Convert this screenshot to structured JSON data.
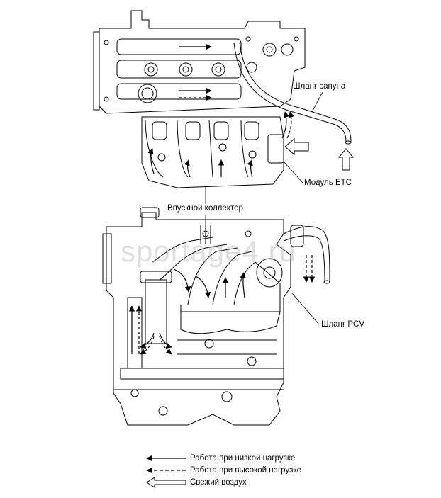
{
  "labels": {
    "breather_hose": "Шланг сапуна",
    "etc_module": "Модуль ETC",
    "intake_manifold": "Впускной коллектор",
    "pcv_hose": "Шланг PCV"
  },
  "legend": [
    {
      "text": "Работа при низкой нагрузке",
      "style": "solid"
    },
    {
      "text": "Работа при высокой нагрузке",
      "style": "dashed"
    },
    {
      "text": "Свежий воздух",
      "style": "hollow"
    }
  ],
  "watermark": "sportage4.ru",
  "colors": {
    "line": "#000000",
    "watermark": "#a0a0a0"
  }
}
